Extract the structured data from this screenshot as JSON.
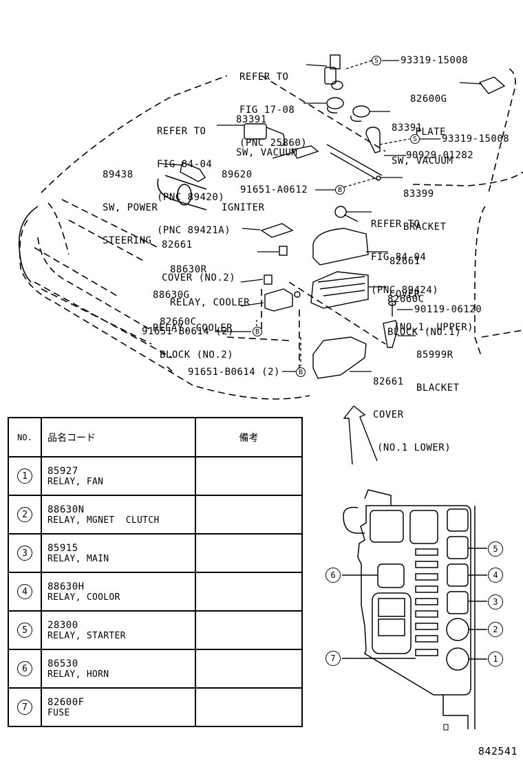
{
  "diagram": {
    "figure_number": "842541",
    "callouts": [
      {
        "id": "refer-17-08",
        "lines": [
          "REFER TO",
          "FIG 17-08",
          "(PNC 25860)"
        ]
      },
      {
        "id": "93319-15008-top",
        "code": "93319-15008",
        "marker": "S"
      },
      {
        "id": "82600G",
        "lines": [
          "82600G",
          "PLATE"
        ]
      },
      {
        "id": "83391-left",
        "lines": [
          "83391",
          "SW, VACUUM"
        ]
      },
      {
        "id": "83391-right",
        "lines": [
          "83391",
          "SW, VACUUM"
        ]
      },
      {
        "id": "refer-84-04-a",
        "lines": [
          "REFER TO",
          "FIG 84-04",
          "(PNC 89420)",
          "(PNC 89421A)"
        ]
      },
      {
        "id": "93319-15008-mid",
        "code": "93319-15008",
        "marker": "S"
      },
      {
        "id": "89438",
        "lines": [
          "89438",
          "SW, POWER",
          "STEERING"
        ]
      },
      {
        "id": "89620",
        "lines": [
          "89620",
          "IGNITER"
        ]
      },
      {
        "id": "90929-01282",
        "code": "90929-01282"
      },
      {
        "id": "83399",
        "lines": [
          "83399",
          "BRACKET"
        ]
      },
      {
        "id": "91651-A0612",
        "code": "91651-A0612",
        "marker": "B"
      },
      {
        "id": "refer-84-04-b",
        "lines": [
          "REFER TO",
          "FIG 84-04",
          "(PNC 89424)"
        ]
      },
      {
        "id": "82661-no2",
        "lines": [
          "82661",
          "COVER (NO.2)"
        ]
      },
      {
        "id": "88630R",
        "lines": [
          "88630R",
          "RELAY, COOLER"
        ]
      },
      {
        "id": "82661-no1-upper",
        "lines": [
          "82661",
          "COVER",
          "(NO.1, UPPER)"
        ]
      },
      {
        "id": "88630G",
        "lines": [
          "88630G",
          "RELAY, COOLER"
        ]
      },
      {
        "id": "82660C-no1",
        "lines": [
          "82660C",
          "BLOCK (NO.1)"
        ]
      },
      {
        "id": "82660C-no2",
        "lines": [
          "82660C",
          "BLOCK (NO.2)"
        ]
      },
      {
        "id": "90119-06120",
        "code": "90119-06120"
      },
      {
        "id": "91651-B0614-a",
        "code": "91651-B0614 (2)",
        "marker": "B"
      },
      {
        "id": "85999R",
        "lines": [
          "85999R",
          "BLACKET"
        ]
      },
      {
        "id": "82661-no1-lower",
        "lines": [
          "82661",
          "COVER",
          "(NO.1 LOWER)"
        ]
      },
      {
        "id": "91651-B0614-b",
        "code": "91651-B0614 (2)",
        "marker": "B"
      }
    ],
    "fuse_block_markers": [
      "1",
      "2",
      "3",
      "4",
      "5",
      "6",
      "7"
    ]
  },
  "table": {
    "headers": {
      "no": "NO.",
      "name": "品名コード",
      "remarks": "備考"
    },
    "rows": [
      {
        "no": "1",
        "code": "85927",
        "name": "RELAY, FAN",
        "remarks": ""
      },
      {
        "no": "2",
        "code": "88630N",
        "name": "RELAY, MGNET  CLUTCH",
        "remarks": ""
      },
      {
        "no": "3",
        "code": "85915",
        "name": "RELAY, MAIN",
        "remarks": ""
      },
      {
        "no": "4",
        "code": "88630H",
        "name": "RELAY, COOLOR",
        "remarks": ""
      },
      {
        "no": "5",
        "code": "28300",
        "name": "RELAY, STARTER",
        "remarks": ""
      },
      {
        "no": "6",
        "code": "86530",
        "name": "RELAY, HORN",
        "remarks": ""
      },
      {
        "no": "7",
        "code": "82600F",
        "name": "FUSE",
        "remarks": ""
      }
    ]
  }
}
